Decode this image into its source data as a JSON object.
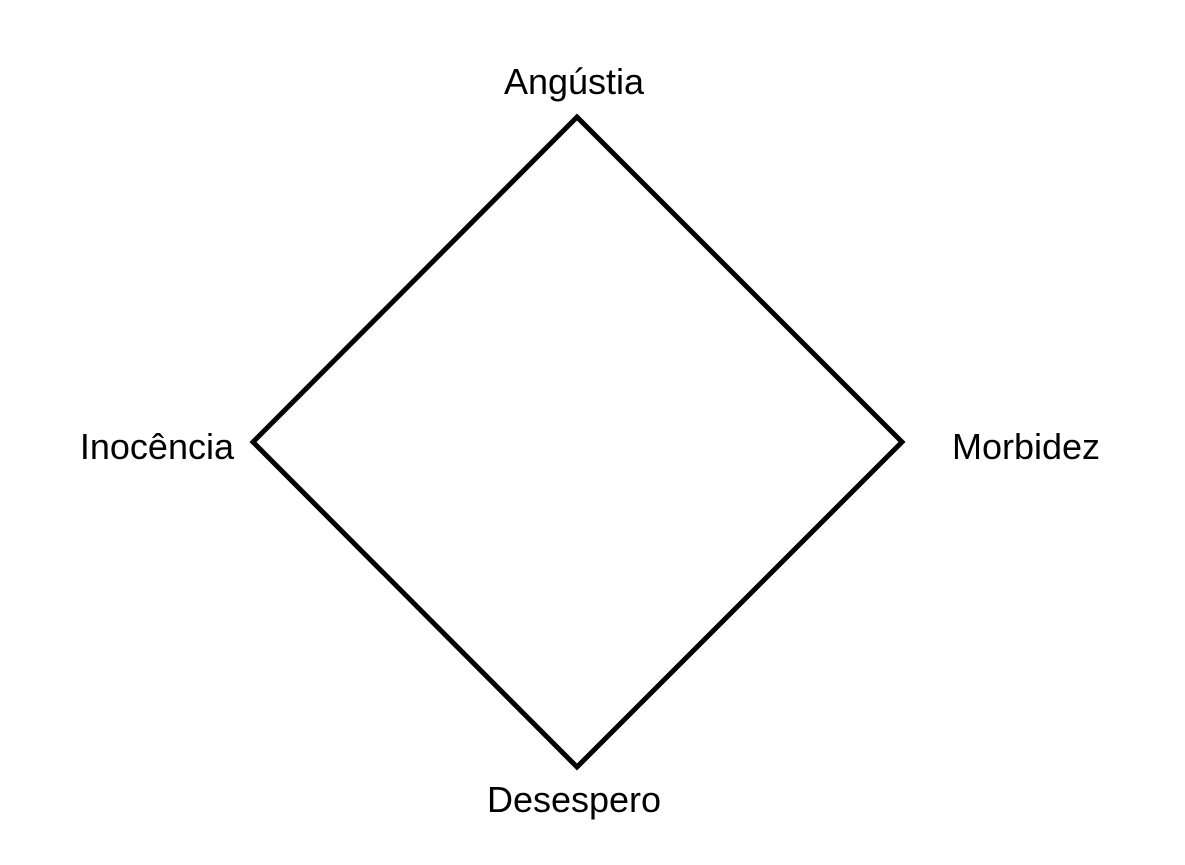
{
  "diagram": {
    "labels": {
      "top": "Angústia",
      "left": "Inocência",
      "right": "Morbidez",
      "bottom": "Desespero"
    },
    "colors": {
      "line": "#000000",
      "text": "#000000",
      "background": "#ffffff"
    }
  }
}
